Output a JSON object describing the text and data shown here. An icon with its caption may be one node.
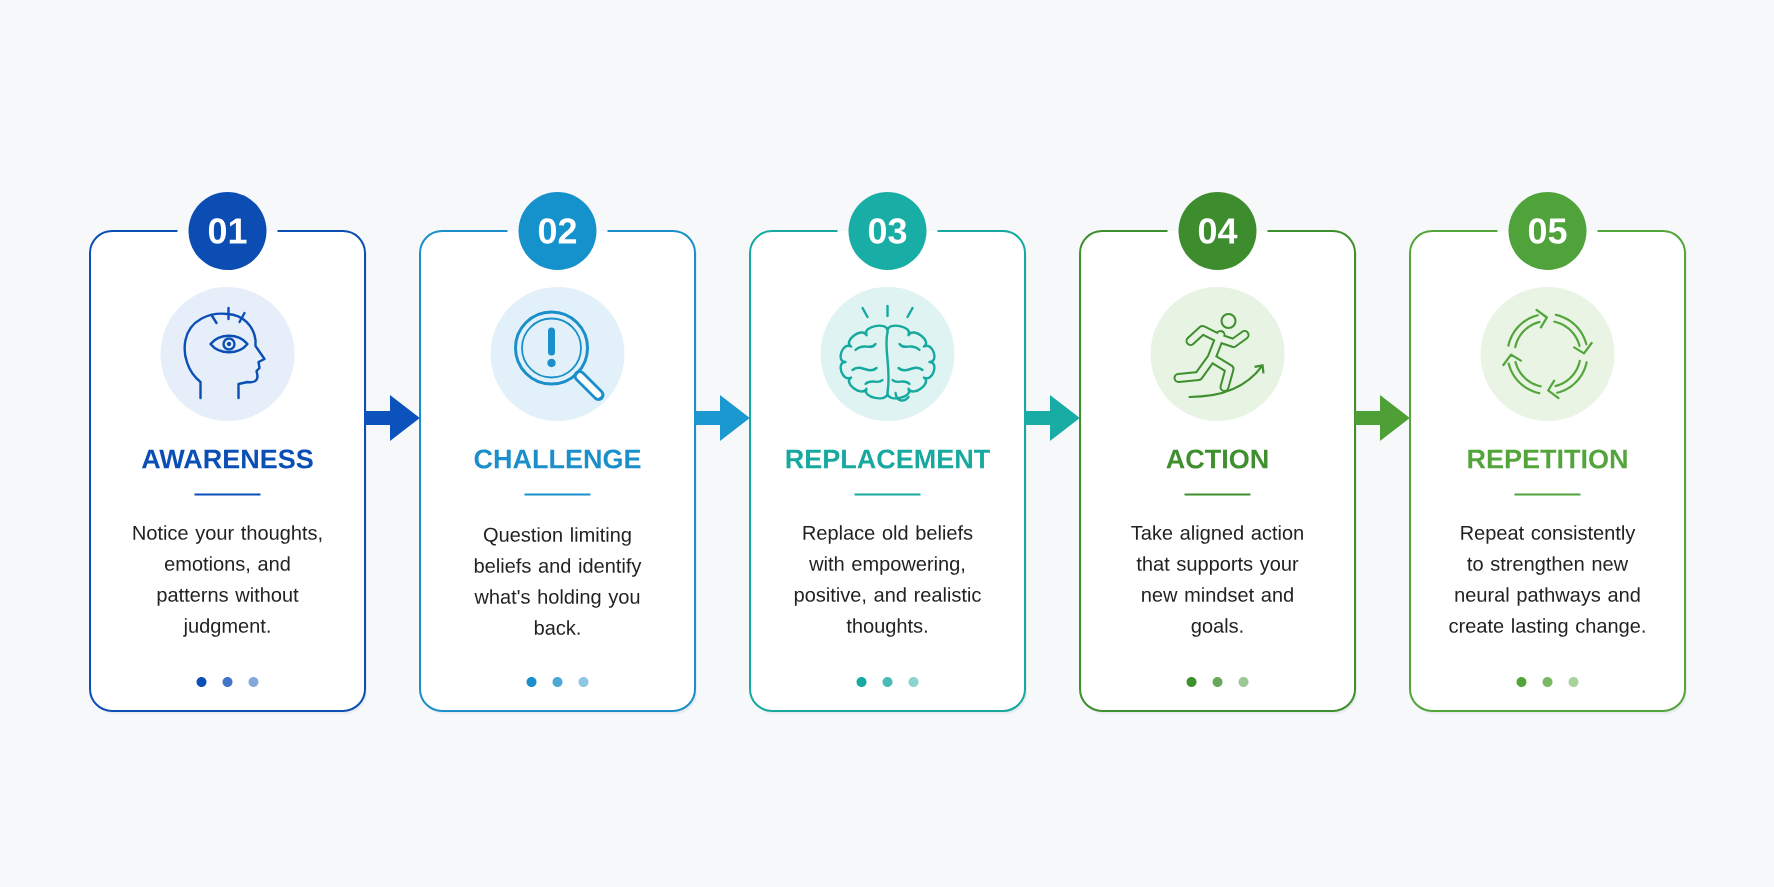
{
  "diagram": {
    "nodes": [
      {
        "text": [
          "01"
        ]
      },
      {
        "text": [
          "AWARENESS",
          "Notice your thoughts, emotions, and patterns without judgment."
        ]
      },
      {
        "text": [
          "02"
        ]
      },
      {
        "text": [
          "CHALLENGE",
          "Question limiting beliefs and identify what's holding you back."
        ]
      },
      {
        "text": [
          "03"
        ]
      },
      {
        "text": [
          "REPLACEMENT",
          "Replace old beliefs with empowering, positive, and realistic thoughts."
        ]
      },
      {
        "text": [
          "04"
        ]
      },
      {
        "text": [
          "ACTION",
          "Take aligned action that supports your new mindset and goals."
        ]
      },
      {
        "text": [
          "05"
        ]
      },
      {
        "text": [
          "REPETITION",
          "Repeat consistently to strengthen new neural pathways and create lasting change."
        ]
      }
    ],
    "edges": [
      {
        "from": 1,
        "to": 3,
        "arrow": "to",
        "color": "#0b52bd"
      },
      {
        "from": 3,
        "to": 5,
        "arrow": "to",
        "color": "#1b98cf"
      },
      {
        "from": 5,
        "to": 7,
        "arrow": "to",
        "color": "#18aca4"
      },
      {
        "from": 7,
        "to": 9,
        "arrow": "to",
        "color": "#4e9f36"
      }
    ]
  }
}
